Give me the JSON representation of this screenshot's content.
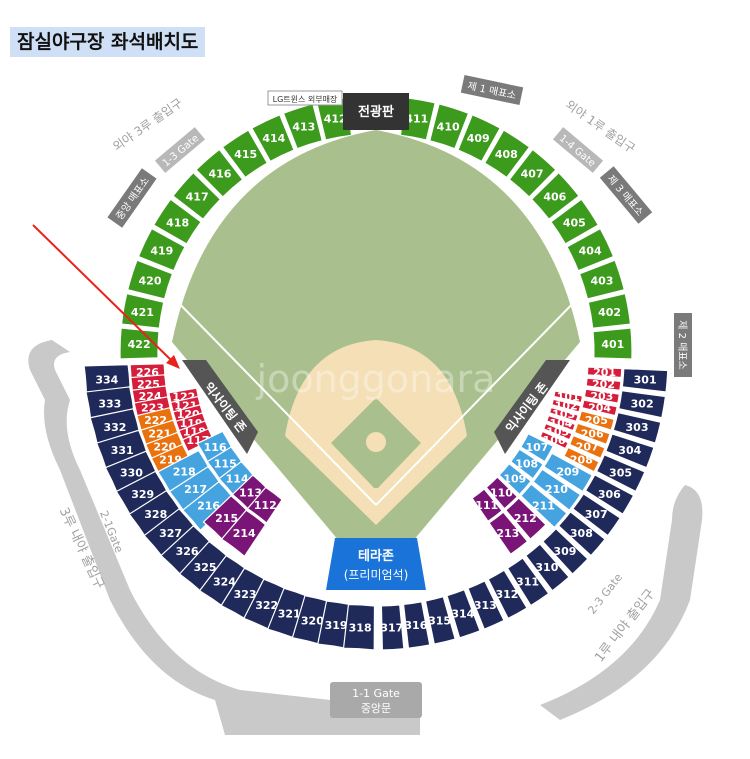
{
  "title": "잠실야구장 좌석배치도",
  "watermark": "joonggonara",
  "colors": {
    "outfield": "#3c9a1c",
    "navy": "#1f2a5a",
    "red": "#d51e3b",
    "orange": "#e9720e",
    "blue": "#45a3e0",
    "purple": "#7a1477",
    "premium": "#1a73d9",
    "field_grass": "#a9c08e",
    "infield_dirt": "#f4dfb6",
    "gray_label": "#a0a0a0",
    "dark_label": "#444444",
    "gate_area": "#c9c9c9"
  },
  "labels": {
    "scoreboard": "전광판",
    "lg_store": "LG트윈스 외부매장",
    "ticket1": "제 1 매표소",
    "ticket2": "제 2 매표소",
    "ticket3": "제 3 매표소",
    "central_ticket": "중앙 매표소",
    "gate_1_3": "1-3 Gate",
    "gate_1_4": "1-4 Gate",
    "gate_2_1": "2-1Gate",
    "gate_2_3": "2-3 Gate",
    "gate_1_1": "1-1 Gate",
    "main_gate": "중앙문",
    "outfield_3b_entrance": "외야 3루 출입구",
    "outfield_1b_entrance": "외야 1루 출입구",
    "infield_3b_entrance": "3루 내야 출입구",
    "infield_1b_entrance": "1루 내야 출입구",
    "exciting_zone_left": "익사이팅 존",
    "exciting_zone_right": "익사이팅 존",
    "terrace_zone": "테라존",
    "terrace_premium": "(프리미엄석)"
  },
  "outfield_left": [
    "422",
    "421",
    "420",
    "419",
    "418",
    "417",
    "416",
    "415",
    "414",
    "413",
    "412"
  ],
  "outfield_right": [
    "411",
    "410",
    "409",
    "408",
    "407",
    "406",
    "405",
    "404",
    "403",
    "402",
    "401"
  ],
  "navy_left": [
    "334",
    "333",
    "332",
    "331",
    "330",
    "329",
    "328",
    "327",
    "326",
    "325",
    "324",
    "323",
    "322",
    "321",
    "320",
    "319",
    "318"
  ],
  "navy_right": [
    "301",
    "302",
    "303",
    "304",
    "305",
    "306",
    "307",
    "308",
    "309",
    "310",
    "311",
    "312",
    "313",
    "314",
    "315",
    "316",
    "317"
  ],
  "red_left_outer": [
    "226",
    "225",
    "224",
    "223"
  ],
  "red_left_inner": [
    "122",
    "121",
    "120",
    "119",
    "118",
    "117"
  ],
  "red_right_outer": [
    "201",
    "202",
    "203",
    "204"
  ],
  "red_right_inner": [
    "101",
    "102",
    "103",
    "104",
    "105",
    "106"
  ],
  "orange_left": [
    "222",
    "221",
    "220",
    "219"
  ],
  "orange_right": [
    "205",
    "206",
    "207",
    "208"
  ],
  "blue_left_outer": [
    "218",
    "217",
    "216"
  ],
  "blue_left_inner": [
    "116",
    "115",
    "114"
  ],
  "blue_right_outer": [
    "209",
    "210",
    "211"
  ],
  "blue_right_inner": [
    "107",
    "108",
    "109"
  ],
  "purple_left_outer": [
    "215",
    "214"
  ],
  "purple_left_inner": [
    "113",
    "112"
  ],
  "purple_right_outer": [
    "212",
    "213"
  ],
  "purple_right_inner": [
    "110",
    "111"
  ]
}
